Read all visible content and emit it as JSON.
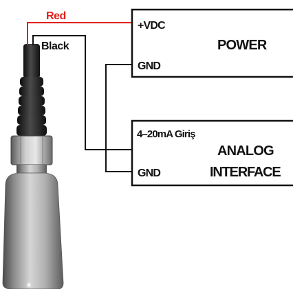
{
  "wires": {
    "red": {
      "label": "Red",
      "color": "#e0201b"
    },
    "black": {
      "label": "Black",
      "color": "#111111"
    }
  },
  "power_box": {
    "terminal_top": "+VDC",
    "title": "POWER",
    "terminal_bottom": "GND"
  },
  "analog_box": {
    "terminal_top": "4–20mA Giriş",
    "title_line1": "ANALOG",
    "title_line2": "INTERFACE",
    "terminal_bottom": "GND"
  },
  "colors": {
    "box_stroke": "#111111",
    "background": "#ffffff",
    "sensor_body": "#b5b5b5",
    "sensor_shadow": "#5a5a5a",
    "cable": "#1a1a1a"
  }
}
